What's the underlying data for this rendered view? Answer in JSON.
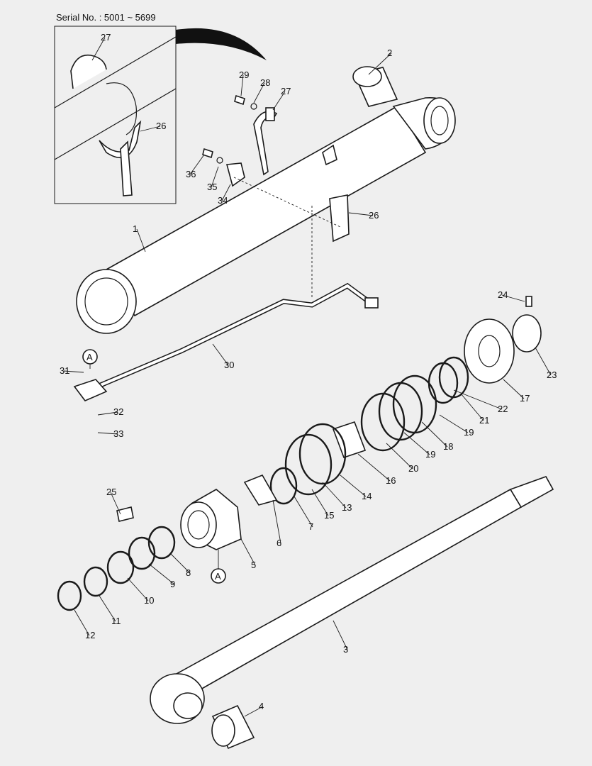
{
  "serial": "Serial No. : 5001 ~ 5699",
  "refs": {
    "top": "A",
    "bottom": "A"
  },
  "labels": [
    "1",
    "2",
    "3",
    "4",
    "5",
    "6",
    "7",
    "8",
    "9",
    "10",
    "11",
    "12",
    "13",
    "14",
    "15",
    "16",
    "17",
    "18",
    "19",
    "19",
    "20",
    "21",
    "22",
    "23",
    "24",
    "25",
    "26",
    "26",
    "27",
    "27",
    "28",
    "29",
    "30",
    "31",
    "32",
    "33",
    "34",
    "35",
    "36"
  ]
}
